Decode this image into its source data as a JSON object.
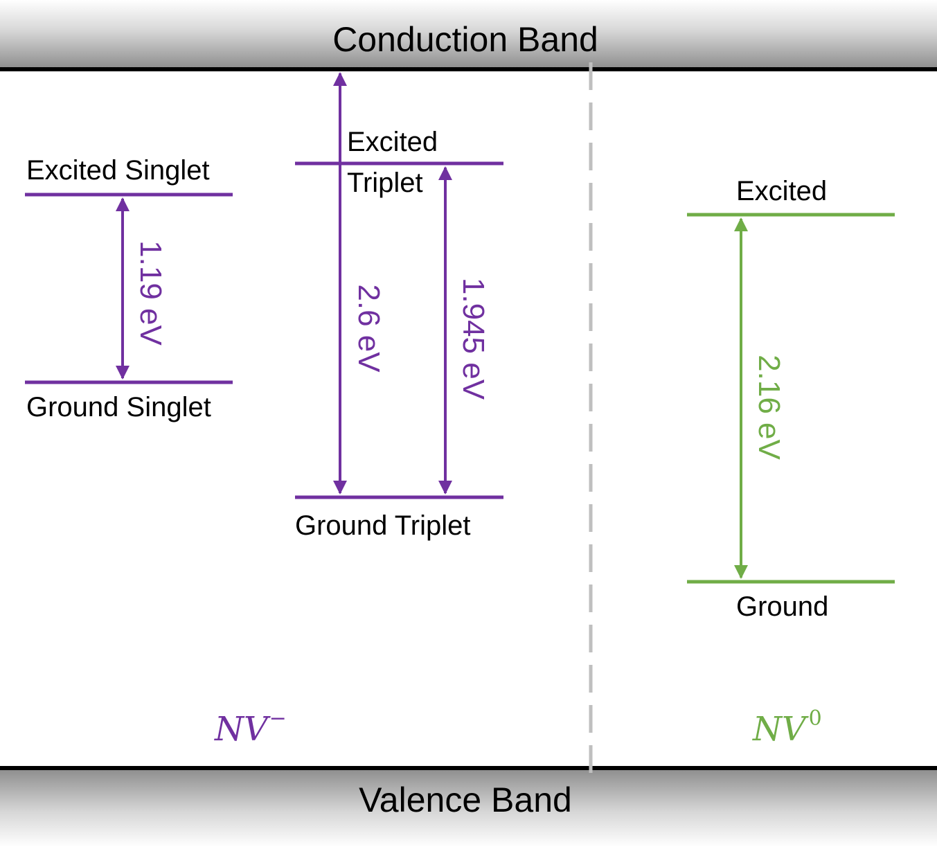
{
  "bands": {
    "conduction": "Conduction Band",
    "valence": "Valence Band"
  },
  "colors": {
    "nv_minus": "#7030a0",
    "nv_zero": "#70ad47",
    "band_edge": "#000000",
    "divider": "#bfbfbf"
  },
  "nv_minus": {
    "species": "NV",
    "charge": "−",
    "singlet": {
      "excited_label": "Excited Singlet",
      "ground_label": "Ground Singlet",
      "transition_label": "1.19 eV"
    },
    "triplet": {
      "excited_label_line1": "Excited",
      "excited_label_line2": "Triplet",
      "ground_label": "Ground Triplet",
      "ionization_label": "2.6 eV",
      "transition_label": "1.945 eV"
    }
  },
  "nv_zero": {
    "species": "NV",
    "charge": "0",
    "excited_label": "Excited",
    "ground_label": "Ground",
    "transition_label": "2.16 eV"
  }
}
